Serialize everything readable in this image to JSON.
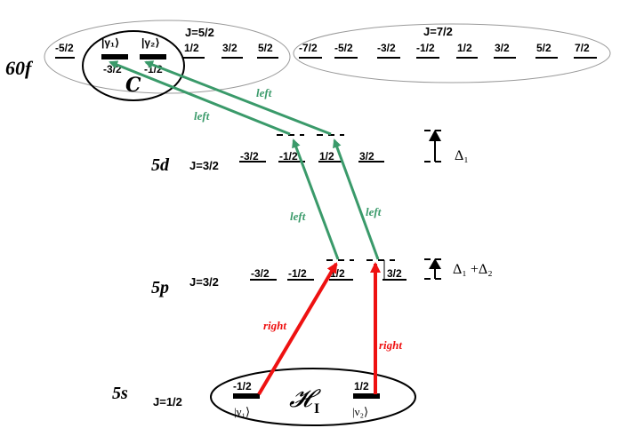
{
  "colors": {
    "green": "#3a9a6a",
    "red": "#ee1111",
    "black": "#000000",
    "ellipse_gray": "#9a9a9a"
  },
  "levels": {
    "f60": {
      "name": "60f",
      "j52": {
        "label": "J=5/2",
        "sublevels": [
          "-5/2",
          "-3/2",
          "-1/2",
          "1/2",
          "3/2",
          "5/2"
        ]
      },
      "j72": {
        "label": "J=7/2",
        "sublevels": [
          "-7/2",
          "-5/2",
          "-3/2",
          "-1/2",
          "1/2",
          "3/2",
          "5/2",
          "7/2"
        ]
      },
      "gamma1": "|γ₁⟩",
      "gamma2": "|γ₂⟩",
      "C": "C"
    },
    "d5": {
      "name": "5d",
      "j": "J=3/2",
      "sublevels": [
        "-3/2",
        "-1/2",
        "1/2",
        "3/2"
      ],
      "detuning": "Δ₁"
    },
    "p5": {
      "name": "5p",
      "j": "J=3/2",
      "sublevels": [
        "-3/2",
        "-1/2",
        "1/2",
        "3/2"
      ],
      "detuning": "Δ₁ +Δ₂"
    },
    "s5": {
      "name": "5s",
      "j": "J=1/2",
      "sublevels": [
        "-1/2",
        "1/2"
      ],
      "nu1": "|ν₁⟩",
      "nu2": "|ν₂⟩",
      "H": "𝓗",
      "H_sub": "I"
    }
  },
  "transitions": {
    "s_to_p": [
      "right",
      "right"
    ],
    "p_to_d": [
      "left",
      "left"
    ],
    "d_to_f": [
      "left",
      "left"
    ]
  }
}
